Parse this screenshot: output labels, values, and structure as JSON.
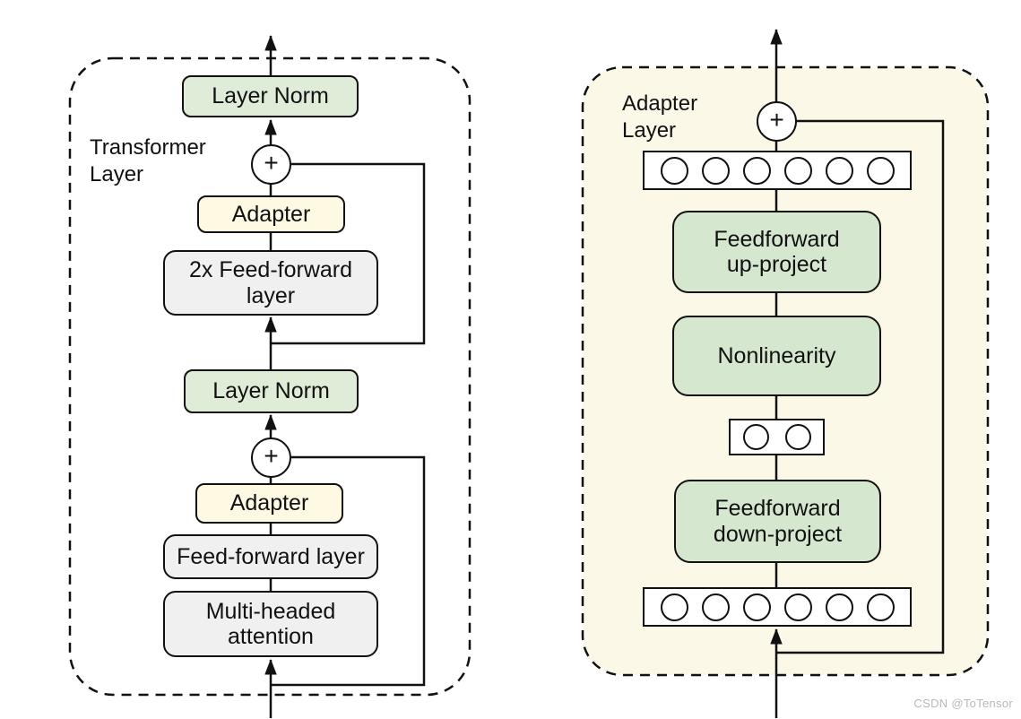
{
  "panels": {
    "transformer": {
      "label": "Transformer\nLayer",
      "plus": "+",
      "boxes": {
        "layer_norm_top": "Layer Norm",
        "adapter_top": "Adapter",
        "feed_forward_2x": "2x Feed-forward\nlayer",
        "layer_norm_bottom": "Layer Norm",
        "adapter_bottom": "Adapter",
        "feed_forward": "Feed-forward layer",
        "multi_head_attention": "Multi-headed\nattention"
      }
    },
    "adapter": {
      "label": "Adapter\nLayer",
      "plus": "+",
      "boxes": {
        "feedforward_up": "Feedforward\nup-project",
        "nonlinearity": "Nonlinearity",
        "feedforward_down": "Feedforward\ndown-project"
      },
      "feature_rows": {
        "top_count": 6,
        "bottleneck_count": 2,
        "bottom_count": 6
      }
    }
  },
  "watermark": "CSDN @ToTensor",
  "colors": {
    "layer_norm_green": "#deecd8",
    "adapter_module_green": "#d6e7d0",
    "adapter_yellow": "#fdf9e2",
    "block_gray": "#f0f0f1",
    "panel_cream": "#fbf8e8",
    "line": "#111111",
    "watermark_gray": "#b8b8b8"
  }
}
